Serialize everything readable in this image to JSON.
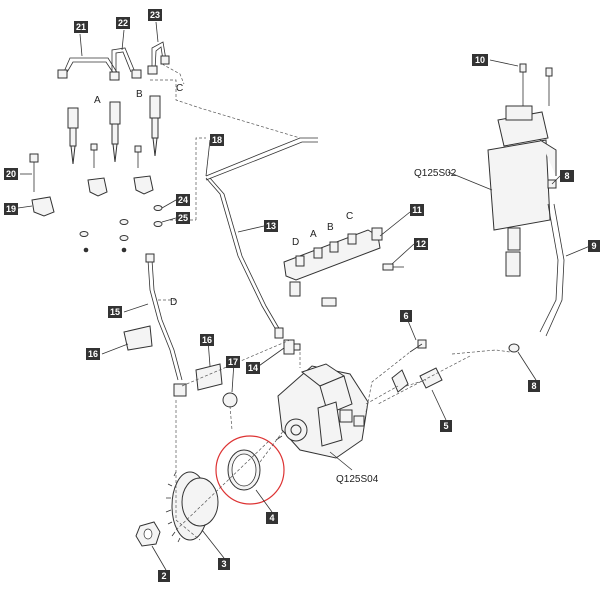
{
  "callouts": [
    {
      "id": "c1",
      "label": "21"
    },
    {
      "id": "c2",
      "label": "22"
    },
    {
      "id": "c3",
      "label": "23"
    },
    {
      "id": "c4",
      "label": "20"
    },
    {
      "id": "c5",
      "label": "19"
    },
    {
      "id": "c6",
      "label": "18"
    },
    {
      "id": "c7",
      "label": "24"
    },
    {
      "id": "c8",
      "label": "25"
    },
    {
      "id": "c9",
      "label": "10"
    },
    {
      "id": "c10",
      "label": "8"
    },
    {
      "id": "c11",
      "label": "11"
    },
    {
      "id": "c12",
      "label": "12"
    },
    {
      "id": "c13",
      "label": "13"
    },
    {
      "id": "c14",
      "label": "9"
    },
    {
      "id": "c15",
      "label": "15"
    },
    {
      "id": "c16",
      "label": "16"
    },
    {
      "id": "c17",
      "label": "16"
    },
    {
      "id": "c18",
      "label": "17"
    },
    {
      "id": "c19",
      "label": "14"
    },
    {
      "id": "c20",
      "label": "6"
    },
    {
      "id": "c21",
      "label": "8"
    },
    {
      "id": "c22",
      "label": "5"
    },
    {
      "id": "c23",
      "label": "4"
    },
    {
      "id": "c24",
      "label": "3"
    },
    {
      "id": "c25",
      "label": "2"
    }
  ],
  "letters": [
    {
      "id": "l1",
      "text": "A"
    },
    {
      "id": "l2",
      "text": "B"
    },
    {
      "id": "l3",
      "text": "C"
    },
    {
      "id": "l4",
      "text": "D"
    },
    {
      "id": "l5",
      "text": "A"
    },
    {
      "id": "l6",
      "text": "B"
    },
    {
      "id": "l7",
      "text": "C"
    },
    {
      "id": "l8",
      "text": "D"
    }
  ],
  "references": [
    {
      "id": "r1",
      "text": "Q125S02"
    },
    {
      "id": "r2",
      "text": "Q125S04"
    }
  ]
}
